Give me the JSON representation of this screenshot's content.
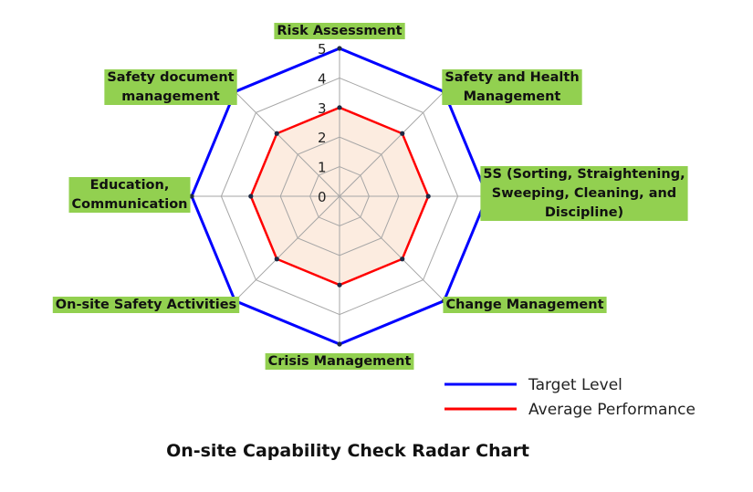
{
  "chart_data": {
    "type": "radar",
    "title": "On-site Capability Check Radar Chart",
    "categories": [
      "Risk Assessment",
      "Safety and Health Management",
      "5S (Sorting, Straightening, Sweeping, Cleaning, and Discipline)",
      "Change Management",
      "Crisis Management",
      "On-site Safety Activities",
      "Education, Communication",
      "Safety document management"
    ],
    "category_lines": [
      [
        "Risk Assessment"
      ],
      [
        "Safety and Health",
        "Management"
      ],
      [
        "5S (Sorting, Straightening,",
        "Sweeping, Cleaning, and",
        "Discipline)"
      ],
      [
        "Change Management"
      ],
      [
        "Crisis Management"
      ],
      [
        "On-site Safety Activities"
      ],
      [
        "Education,",
        "Communication"
      ],
      [
        "Safety document",
        "management"
      ]
    ],
    "series": [
      {
        "name": "Target Level",
        "color": "#0000ff",
        "values": [
          5,
          5,
          5,
          5,
          5,
          5,
          5,
          5
        ]
      },
      {
        "name": "Average Performance",
        "color": "#ff0000",
        "values": [
          3,
          3,
          3,
          3,
          3,
          3,
          3,
          3
        ]
      }
    ],
    "rlim": [
      0,
      5
    ],
    "ticks": [
      0,
      1,
      2,
      3,
      4,
      5
    ],
    "tick_labels": [
      "0",
      "1",
      "2",
      "3",
      "4",
      "5"
    ],
    "fill_color": "#fbe5d6",
    "label_box_color": "#92d050",
    "grid": true,
    "legend_position": "bottom-right"
  }
}
